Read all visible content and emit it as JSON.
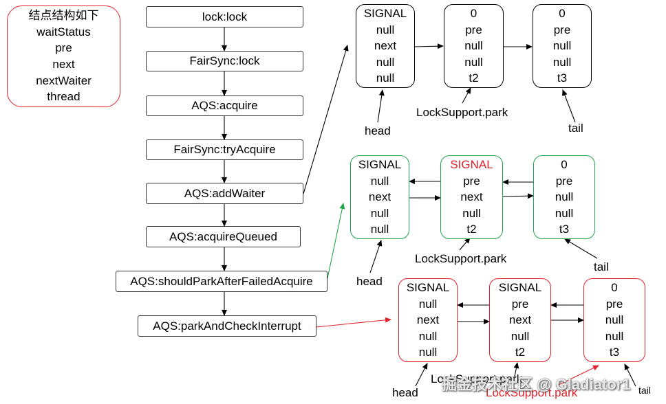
{
  "legend": {
    "title": "结点结构如下",
    "fields": [
      "waitStatus",
      "pre",
      "next",
      "nextWaiter",
      "thread"
    ]
  },
  "flow": {
    "steps": [
      "lock:lock",
      "FairSync:lock",
      "AQS:acquire",
      "FairSync:tryAcquire",
      "AQS:addWaiter",
      "AQS:acquireQueued",
      "AQS:shouldParkAfterFailedAcquire",
      "AQS:parkAndCheckInterrupt"
    ]
  },
  "queue1": {
    "nodes": [
      {
        "rows": [
          "SIGNAL",
          "null",
          "next",
          "null",
          "null"
        ]
      },
      {
        "rows": [
          "0",
          "pre",
          "null",
          "null",
          "t2"
        ]
      },
      {
        "rows": [
          "0",
          "pre",
          "null",
          "null",
          "t3"
        ]
      }
    ],
    "head_label": "head",
    "park_label": "LockSupport.park",
    "tail_label": "tail"
  },
  "queue2": {
    "nodes": [
      {
        "rows": [
          "SIGNAL",
          "null",
          "next",
          "null",
          "null"
        ]
      },
      {
        "rows": [
          "SIGNAL",
          "pre",
          "next",
          "null",
          "t2"
        ]
      },
      {
        "rows": [
          "0",
          "pre",
          "null",
          "null",
          "t3"
        ]
      }
    ],
    "head_label": "head",
    "park_label": "LockSupport.park",
    "tail_label": "tail"
  },
  "queue3": {
    "nodes": [
      {
        "rows": [
          "SIGNAL",
          "null",
          "next",
          "null",
          "null"
        ]
      },
      {
        "rows": [
          "SIGNAL",
          "pre",
          "next",
          "null",
          "t2"
        ]
      },
      {
        "rows": [
          "0",
          "pre",
          "null",
          "null",
          "t3"
        ]
      }
    ],
    "head_label": "head",
    "park_label_t2": "LockSupport.park",
    "park_label_t3": "LockSupport.park",
    "tail_label": "tail"
  },
  "watermark": "掘金技术社区 @ Gladiator1",
  "colors": {
    "green": "#1fa64a",
    "red": "#e0202a",
    "black": "#000000"
  }
}
